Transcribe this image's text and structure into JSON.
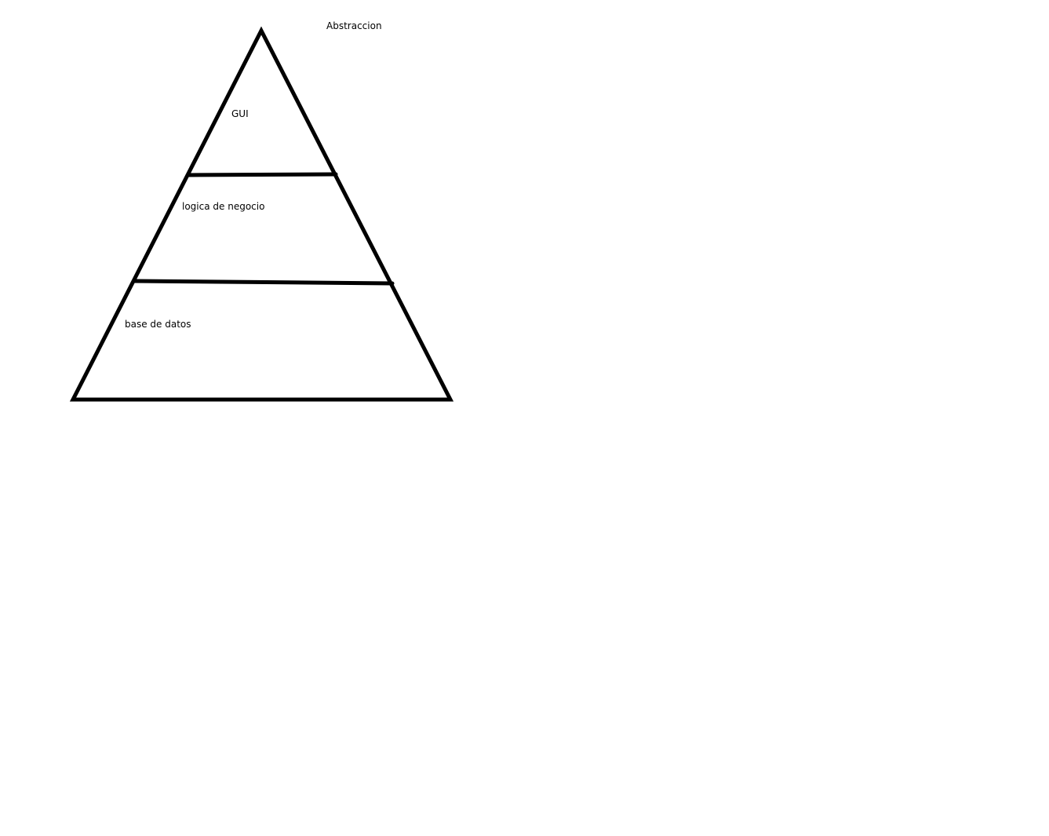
{
  "diagram": {
    "title": "Abstraccion",
    "layers": [
      {
        "label": "GUI"
      },
      {
        "label": "logica de negocio"
      },
      {
        "label": "base de datos"
      }
    ],
    "line_color": "#000000",
    "background": "#ffffff"
  }
}
